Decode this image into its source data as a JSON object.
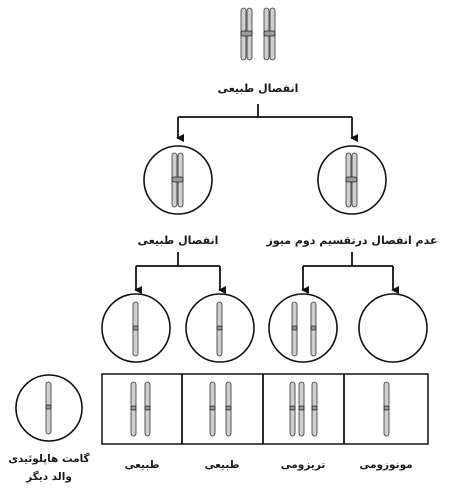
{
  "labels": {
    "top_normal": "انفصال طبیعی",
    "left_normal": "انفصال طبیعی",
    "right_nondisjunction": "عدم انفصال درتقسیم دوم میوز",
    "gamete_line1": "گامت هاپلوئیدی",
    "gamete_line2": "والد دیگر",
    "zygote_1": "طبیعی",
    "zygote_2": "طبیعی",
    "zygote_3": "تریزومی",
    "zygote_4": "مونوزومی"
  },
  "colors": {
    "ink": "#111111",
    "chromatid_fill": "#cfcfcf",
    "chromatid_shade": "#9a9a9a"
  }
}
